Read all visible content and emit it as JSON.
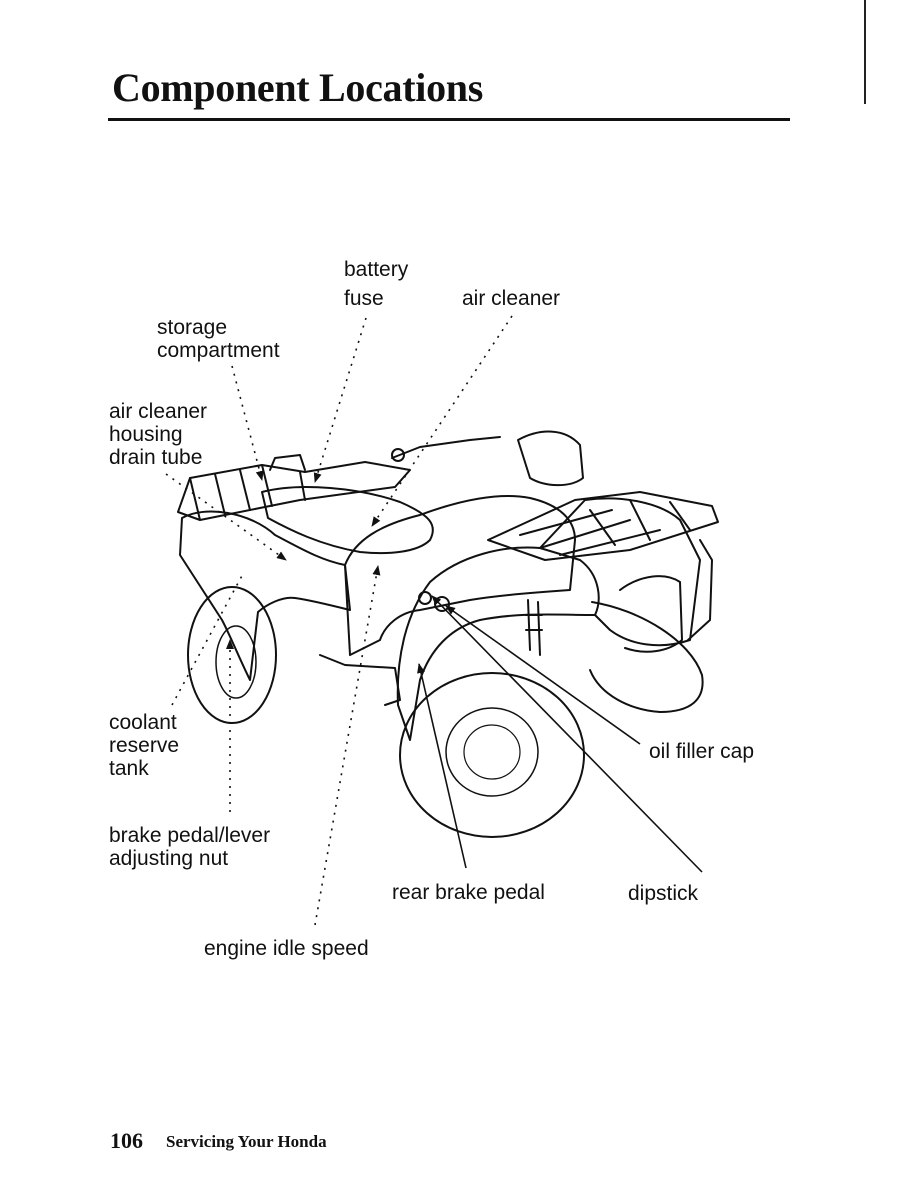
{
  "page": {
    "title": "Component Locations",
    "page_number": "106",
    "section_title": "Servicing Your Honda"
  },
  "labels": {
    "battery": "battery",
    "fuse": "fuse",
    "air_cleaner": "air cleaner",
    "storage_compartment": "storage\ncompartment",
    "air_cleaner_housing_drain_tube": "air cleaner\nhousing\ndrain tube",
    "coolant_reserve_tank": "coolant\nreserve\ntank",
    "brake_adjusting_nut": "brake pedal/lever\nadjusting nut",
    "engine_idle_speed": "engine idle speed",
    "rear_brake_pedal": "rear brake pedal",
    "dipstick": "dipstick",
    "oil_filler_cap": "oil filler cap"
  },
  "diagram": {
    "subject": "ATV",
    "line_color": "#111111"
  }
}
